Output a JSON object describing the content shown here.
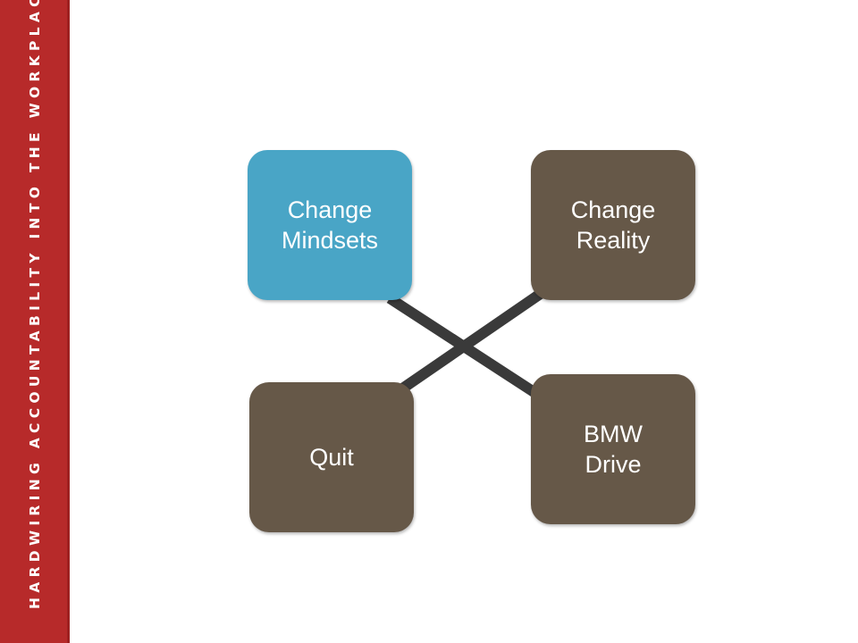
{
  "sidebar": {
    "text": "HARDWIRING ACCOUNTABILITY INTO THE WORKPLACE",
    "color": "#b72a2a"
  },
  "diagram": {
    "boxes": {
      "change_mindsets": {
        "line1": "Change",
        "line2": "Mindsets",
        "color": "#49a5c6"
      },
      "change_reality": {
        "line1": "Change",
        "line2": "Reality",
        "color": "#665848"
      },
      "quit": {
        "label": "Quit",
        "color": "#665848"
      },
      "bmw_drive": {
        "line1": "BMW",
        "line2": "Drive",
        "color": "#665848"
      }
    },
    "connector_color": "#3a3a3a"
  }
}
